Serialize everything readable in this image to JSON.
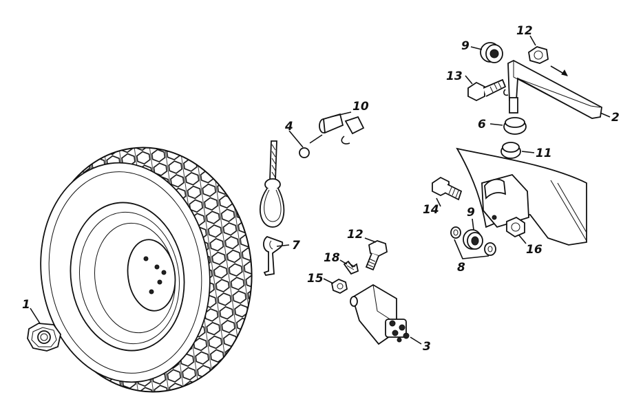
{
  "colors": {
    "line": "#111111",
    "background": "#ffffff"
  },
  "callouts": {
    "c1": "1",
    "c2": "2",
    "c3": "3",
    "c4": "4",
    "c6": "6",
    "c7": "7",
    "c8": "8",
    "c9_top": "9",
    "c9_mid": "9",
    "c10": "10",
    "c11": "11",
    "c12_top": "12",
    "c12_mid": "12",
    "c13": "13",
    "c14": "14",
    "c15": "15",
    "c16": "16",
    "c18": "18"
  }
}
